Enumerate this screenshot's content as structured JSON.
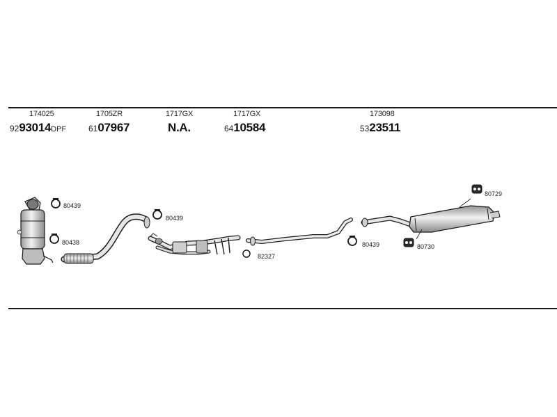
{
  "parts": [
    {
      "code": "174025",
      "prefix": "92",
      "main": "93014",
      "suffix": "DPF"
    },
    {
      "code": "1705ZR",
      "prefix": "61",
      "main": "07967",
      "suffix": ""
    },
    {
      "code": "1717GX",
      "prefix": "",
      "main": "N.A.",
      "suffix": ""
    },
    {
      "code": "1717GX",
      "prefix": "64",
      "main": "10584",
      "suffix": ""
    },
    {
      "code": "173098",
      "prefix": "53",
      "main": "23511",
      "suffix": ""
    }
  ],
  "callouts": {
    "c1": "80439",
    "c2": "80438",
    "c3": "80439",
    "c4": "82327",
    "c5": "80439",
    "c6": "80729",
    "c7": "80730"
  },
  "colors": {
    "line": "#1a1a1a",
    "part_fill": "#e6e6e6",
    "part_shade": "#b8b8b8"
  }
}
